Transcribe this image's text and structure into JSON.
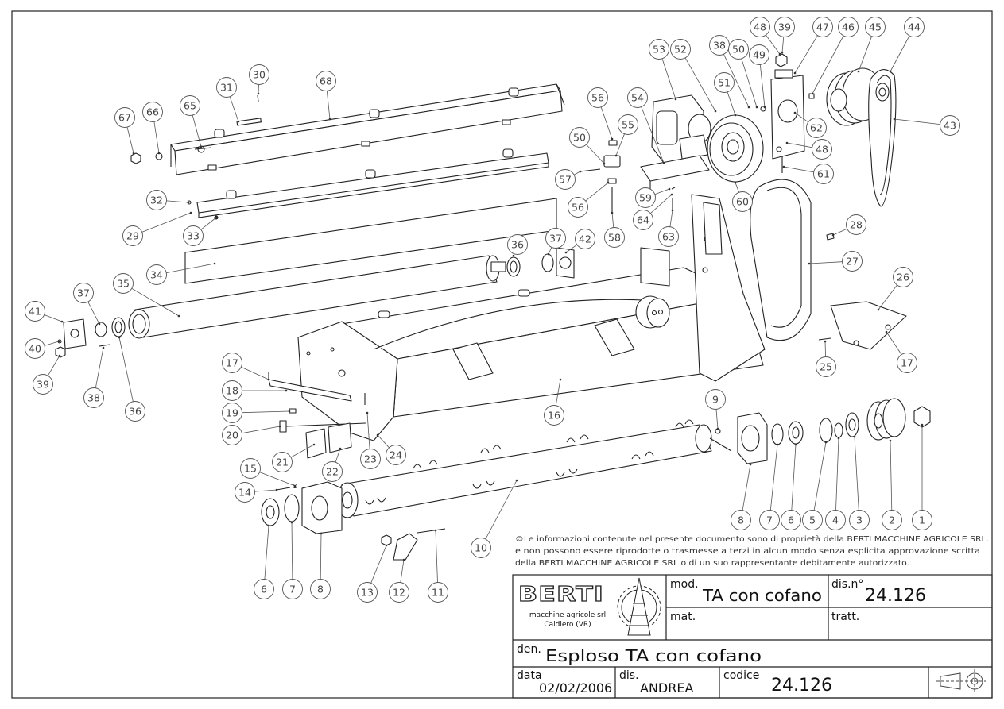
{
  "drawing": {
    "callouts": [
      {
        "n": "1"
      },
      {
        "n": "2"
      },
      {
        "n": "3"
      },
      {
        "n": "4"
      },
      {
        "n": "5"
      },
      {
        "n": "6"
      },
      {
        "n": "7"
      },
      {
        "n": "8"
      },
      {
        "n": "9"
      },
      {
        "n": "10"
      },
      {
        "n": "11"
      },
      {
        "n": "12"
      },
      {
        "n": "13"
      },
      {
        "n": "14"
      },
      {
        "n": "15"
      },
      {
        "n": "16"
      },
      {
        "n": "17"
      },
      {
        "n": "18"
      },
      {
        "n": "19"
      },
      {
        "n": "20"
      },
      {
        "n": "21"
      },
      {
        "n": "22"
      },
      {
        "n": "23"
      },
      {
        "n": "24"
      },
      {
        "n": "25"
      },
      {
        "n": "26"
      },
      {
        "n": "17"
      },
      {
        "n": "27"
      },
      {
        "n": "28"
      },
      {
        "n": "29"
      },
      {
        "n": "30"
      },
      {
        "n": "31"
      },
      {
        "n": "32"
      },
      {
        "n": "33"
      },
      {
        "n": "34"
      },
      {
        "n": "35"
      },
      {
        "n": "36"
      },
      {
        "n": "37"
      },
      {
        "n": "42"
      },
      {
        "n": "37"
      },
      {
        "n": "36"
      },
      {
        "n": "38"
      },
      {
        "n": "39"
      },
      {
        "n": "40"
      },
      {
        "n": "41"
      },
      {
        "n": "43"
      },
      {
        "n": "44"
      },
      {
        "n": "45"
      },
      {
        "n": "46"
      },
      {
        "n": "47"
      },
      {
        "n": "48"
      },
      {
        "n": "39"
      },
      {
        "n": "38"
      },
      {
        "n": "50"
      },
      {
        "n": "49"
      },
      {
        "n": "51"
      },
      {
        "n": "52"
      },
      {
        "n": "53"
      },
      {
        "n": "54"
      },
      {
        "n": "55"
      },
      {
        "n": "56"
      },
      {
        "n": "50"
      },
      {
        "n": "57"
      },
      {
        "n": "56"
      },
      {
        "n": "58"
      },
      {
        "n": "59"
      },
      {
        "n": "64"
      },
      {
        "n": "63"
      },
      {
        "n": "60"
      },
      {
        "n": "61"
      },
      {
        "n": "62"
      },
      {
        "n": "48"
      },
      {
        "n": "65"
      },
      {
        "n": "66"
      },
      {
        "n": "67"
      },
      {
        "n": "68"
      },
      {
        "n": "6"
      },
      {
        "n": "7"
      },
      {
        "n": "8"
      }
    ]
  },
  "notice": {
    "line1": "©Le informazioni contenute nel presente documento sono di proprietà della BERTI MACCHINE AGRICOLE SRL.",
    "line2": "e non possono essere riprodotte o trasmesse a terzi in alcun modo senza esplicita approvazione scritta",
    "line3": "della BERTI MACCHINE AGRICOLE SRL o di un suo rappresentante debitamente autorizzato."
  },
  "title_block": {
    "logo_text": "BERTI",
    "company_line1": "macchine agricole srl",
    "company_line2": "Caldiero (VR)",
    "mod_label": "mod.",
    "mod_value": "TA con cofano",
    "dis_no_label": "dis.n°",
    "dis_no_value": "24.126",
    "mat_label": "mat.",
    "tratt_label": "tratt.",
    "den_label": "den.",
    "den_value": "Esploso TA con cofano",
    "data_label": "data",
    "data_value": "02/02/2006",
    "dis_label": "dis.",
    "dis_value": "ANDREA",
    "codice_label": "codice",
    "codice_value": "24.126"
  }
}
